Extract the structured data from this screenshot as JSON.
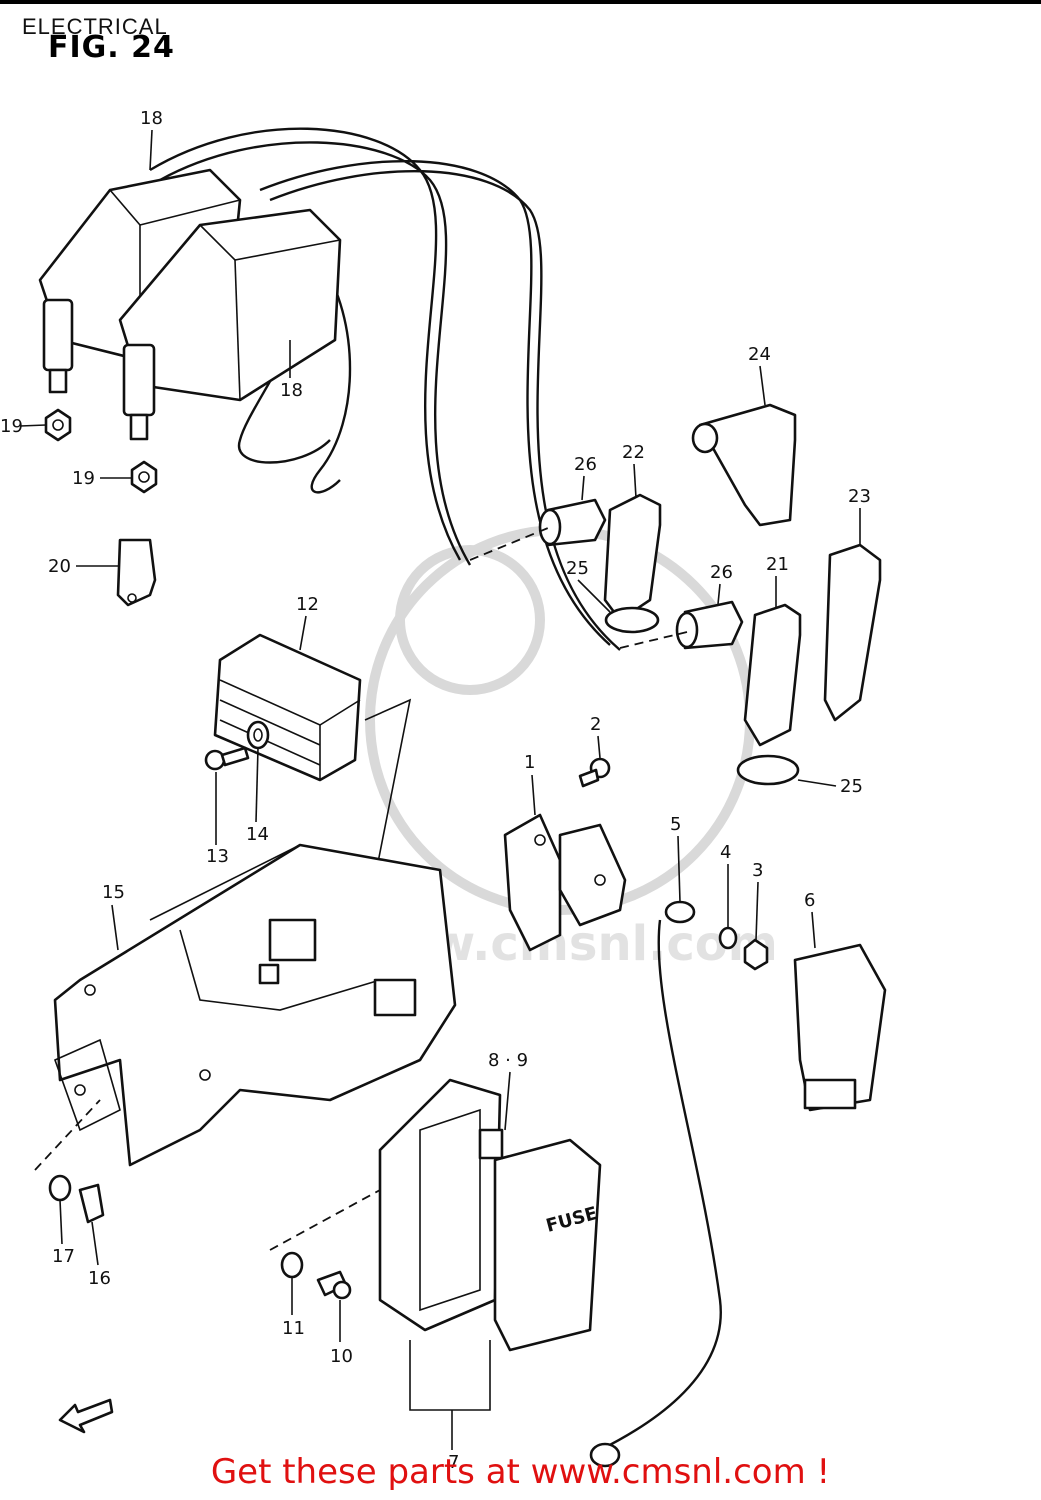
{
  "header": {
    "section_label": "ELECTRICAL",
    "figure_label": "FIG. 24"
  },
  "callouts": [
    {
      "id": "c18a",
      "text": "18"
    },
    {
      "id": "c18b",
      "text": "18"
    },
    {
      "id": "c19a",
      "text": "19"
    },
    {
      "id": "c19b",
      "text": "19"
    },
    {
      "id": "c20",
      "text": "20"
    },
    {
      "id": "c12",
      "text": "12"
    },
    {
      "id": "c13",
      "text": "13"
    },
    {
      "id": "c14",
      "text": "14"
    },
    {
      "id": "c15",
      "text": "15"
    },
    {
      "id": "c16",
      "text": "16"
    },
    {
      "id": "c17",
      "text": "17"
    },
    {
      "id": "c10",
      "text": "10"
    },
    {
      "id": "c11",
      "text": "11"
    },
    {
      "id": "c7",
      "text": "7"
    },
    {
      "id": "c89",
      "text": "8 · 9"
    },
    {
      "id": "c1",
      "text": "1"
    },
    {
      "id": "c2",
      "text": "2"
    },
    {
      "id": "c3",
      "text": "3"
    },
    {
      "id": "c4",
      "text": "4"
    },
    {
      "id": "c5",
      "text": "5"
    },
    {
      "id": "c6",
      "text": "6"
    },
    {
      "id": "c21",
      "text": "21"
    },
    {
      "id": "c22",
      "text": "22"
    },
    {
      "id": "c23",
      "text": "23"
    },
    {
      "id": "c24",
      "text": "24"
    },
    {
      "id": "c25a",
      "text": "25"
    },
    {
      "id": "c25b",
      "text": "25"
    },
    {
      "id": "c26a",
      "text": "26"
    },
    {
      "id": "c26b",
      "text": "26"
    }
  ],
  "fuse_box_label": "FUSE",
  "watermark": "www.cmsnl.com",
  "footer": {
    "cta": "Get these parts at www.cmsnl.com !",
    "accent_color": "#e01010"
  }
}
